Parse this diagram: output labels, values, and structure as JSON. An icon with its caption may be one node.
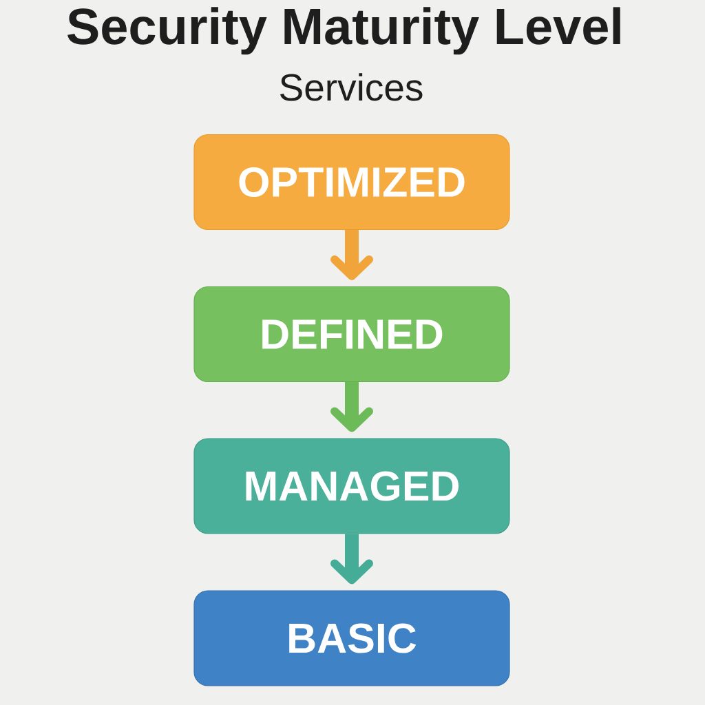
{
  "diagram": {
    "title": "Security Maturity Level",
    "nodes": [
      {
        "text": [
          "OPTIMIZED"
        ]
      },
      {
        "text": [
          "DEFINED"
        ]
      },
      {
        "text": [
          "MANAGED"
        ]
      },
      {
        "text": [
          "BASIC"
        ]
      }
    ],
    "edges": [
      {
        "from": 0,
        "to": 1,
        "arrow": "to",
        "color": "#f0a43a"
      },
      {
        "from": 1,
        "to": 2,
        "arrow": "to",
        "color": "#6cbb58"
      },
      {
        "from": 2,
        "to": 3,
        "arrow": "to",
        "color": "#45ad97"
      }
    ],
    "labels": [
      "Services"
    ]
  }
}
